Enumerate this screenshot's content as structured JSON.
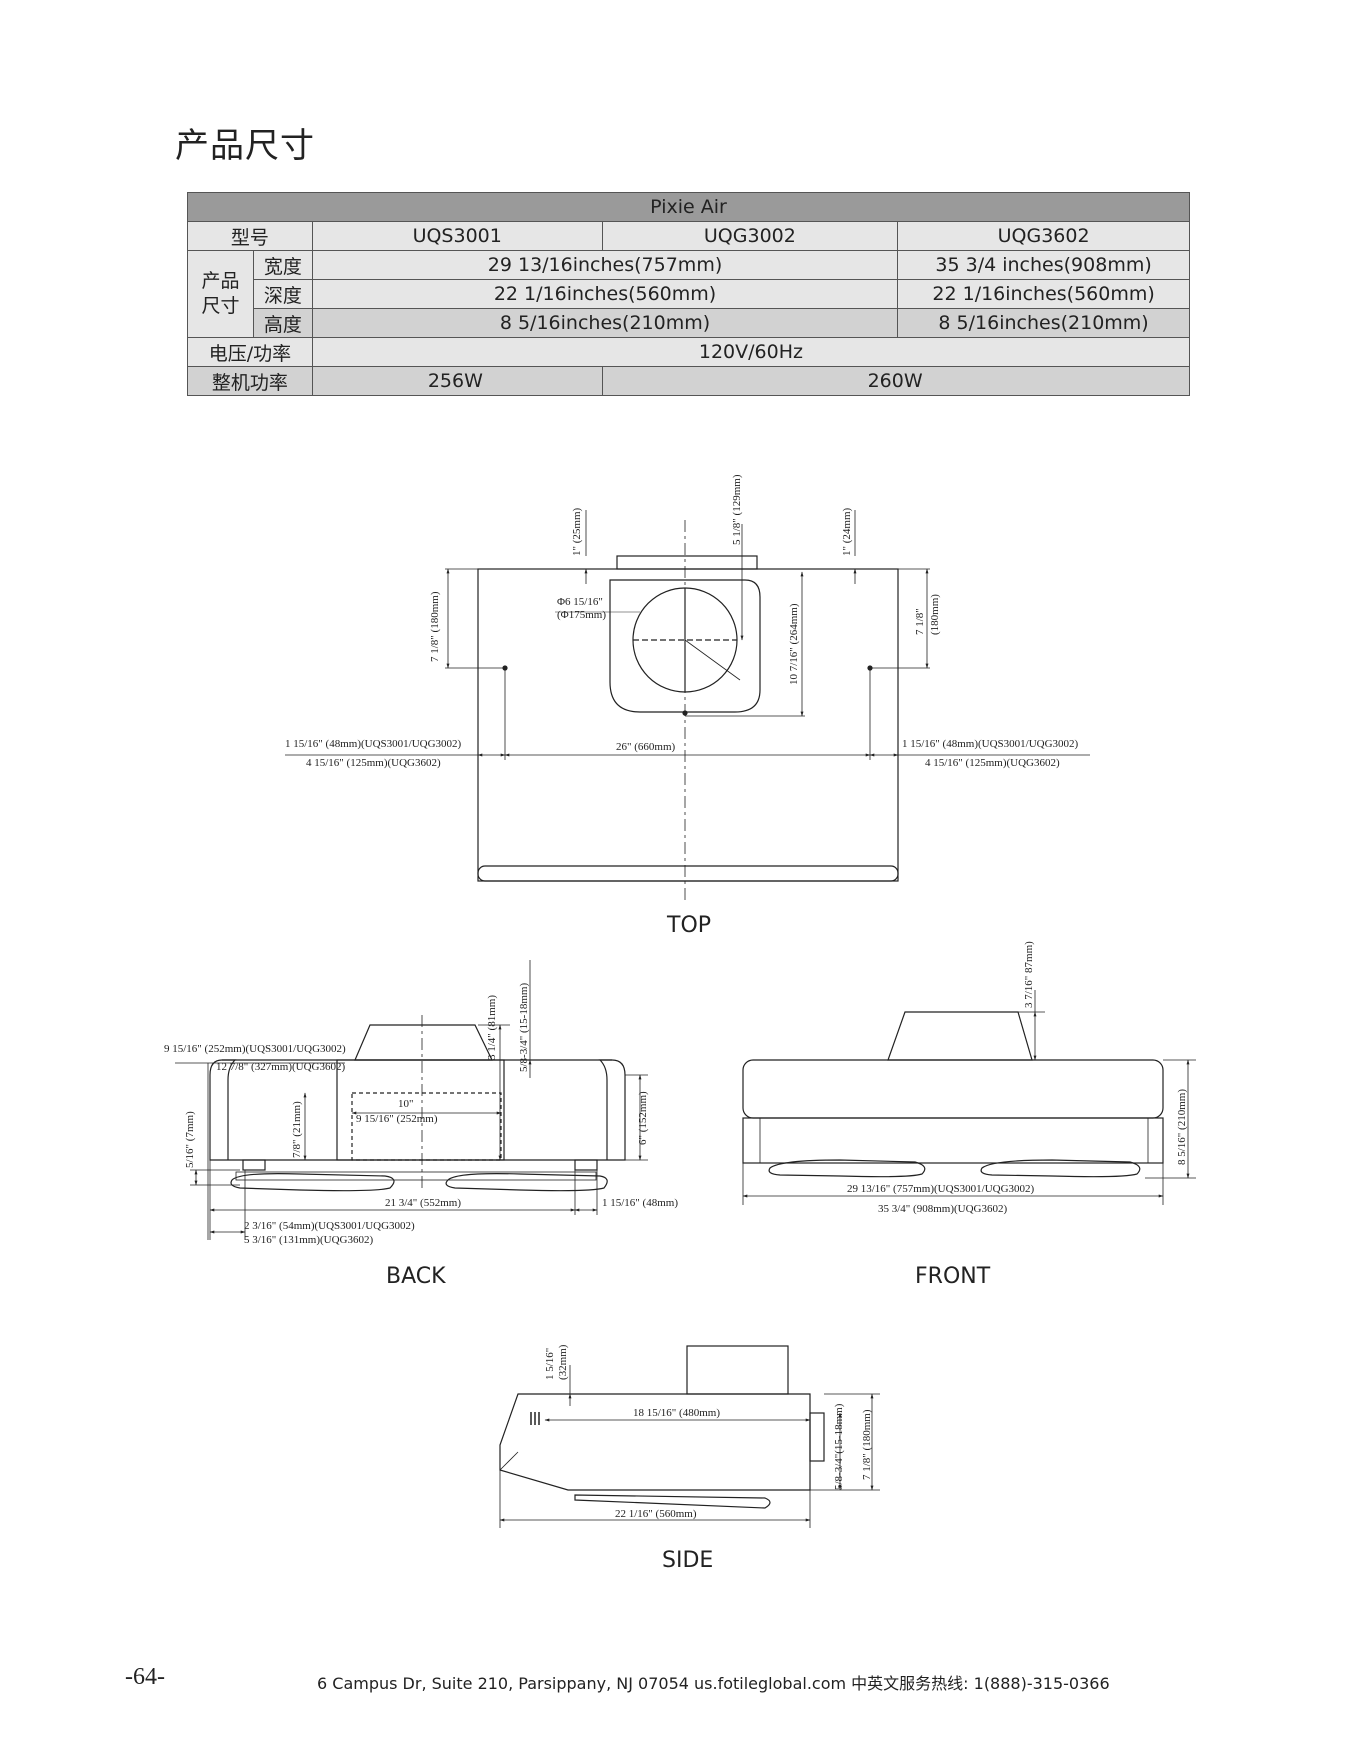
{
  "title": "产品尺寸",
  "spec_table": {
    "header": "Pixie Air",
    "model_label": "型号",
    "models": [
      "UQS3001",
      "UQG3002",
      "UQG3602"
    ],
    "dims_group_label": "产品尺寸",
    "width_label": "宽度",
    "width_a": "29 13/16inches(757mm)",
    "width_b": "35 3/4 inches(908mm)",
    "depth_label": "深度",
    "depth_a": "22 1/16inches(560mm)",
    "depth_b": "22 1/16inches(560mm)",
    "height_label": "高度",
    "height_a": "8 5/16inches(210mm)",
    "height_b": "8 5/16inches(210mm)",
    "voltage_label": "电压/功率",
    "voltage": "120V/60Hz",
    "power_label": "整机功率",
    "power_a": "256W",
    "power_b": "260W"
  },
  "views": {
    "top": "TOP",
    "back": "BACK",
    "front": "FRONT",
    "side": "SIDE"
  },
  "top_dims": {
    "d1": "1\" (25mm)",
    "d2": "5 1/8\" (129mm)",
    "d3": "1\" (24mm)",
    "d4": "7 1/8\" (180mm)",
    "d5": "Φ6 15/16\"",
    "d5b": "(Φ175mm)",
    "d6": "10 7/16\" (264mm)",
    "d7": "7 1/8\"",
    "d7b": "(180mm)",
    "d8": "1 15/16\" (48mm)(UQS3001/UQG3002)",
    "d9": "4 15/16\" (125mm)(UQG3602)",
    "d10": "26\" (660mm)",
    "d11": "1 15/16\" (48mm)(UQS3001/UQG3002)",
    "d12": "4 15/16\" (125mm)(UQG3602)"
  },
  "back_dims": {
    "b1": "9 15/16\" (252mm)(UQS3001/UQG3002)",
    "b2": "12 7/8\" (327mm)(UQG3602)",
    "b3": "3 1/4\" (81mm)",
    "b4": "5/8-3/4\" (15-18mm)",
    "b5": "10\"",
    "b6": "9 15/16\" (252mm)",
    "b7": "7/8\" (21mm)",
    "b8": "6\" (152mm)",
    "b9": "5/16\" (7mm)",
    "b10": "21 3/4\" (552mm)",
    "b11": "1 15/16\" (48mm)",
    "b12": "2 3/16\" (54mm)(UQS3001/UQG3002)",
    "b13": "5 3/16\" (131mm)(UQG3602)"
  },
  "front_dims": {
    "f1": "3 7/16\" 87mm)",
    "f2": "8 5/16\" (210mm)",
    "f3": "29 13/16\" (757mm)(UQS3001/UQG3002)",
    "f4": "35 3/4\" (908mm)(UQG3602)"
  },
  "side_dims": {
    "s1": "1 5/16\"",
    "s1b": "(32mm)",
    "s2": "18 15/16\" (480mm)",
    "s3": "5/8-3/4\"(15-18mm)",
    "s4": "7 1/8\" (180mm)",
    "s5": "22 1/16\" (560mm)"
  },
  "footer": {
    "page": "-64-",
    "text": "6 Campus Dr, Suite 210, Parsippany, NJ 07054   us.fotileglobal.com    中英文服务热线: 1(888)-315-0366"
  }
}
